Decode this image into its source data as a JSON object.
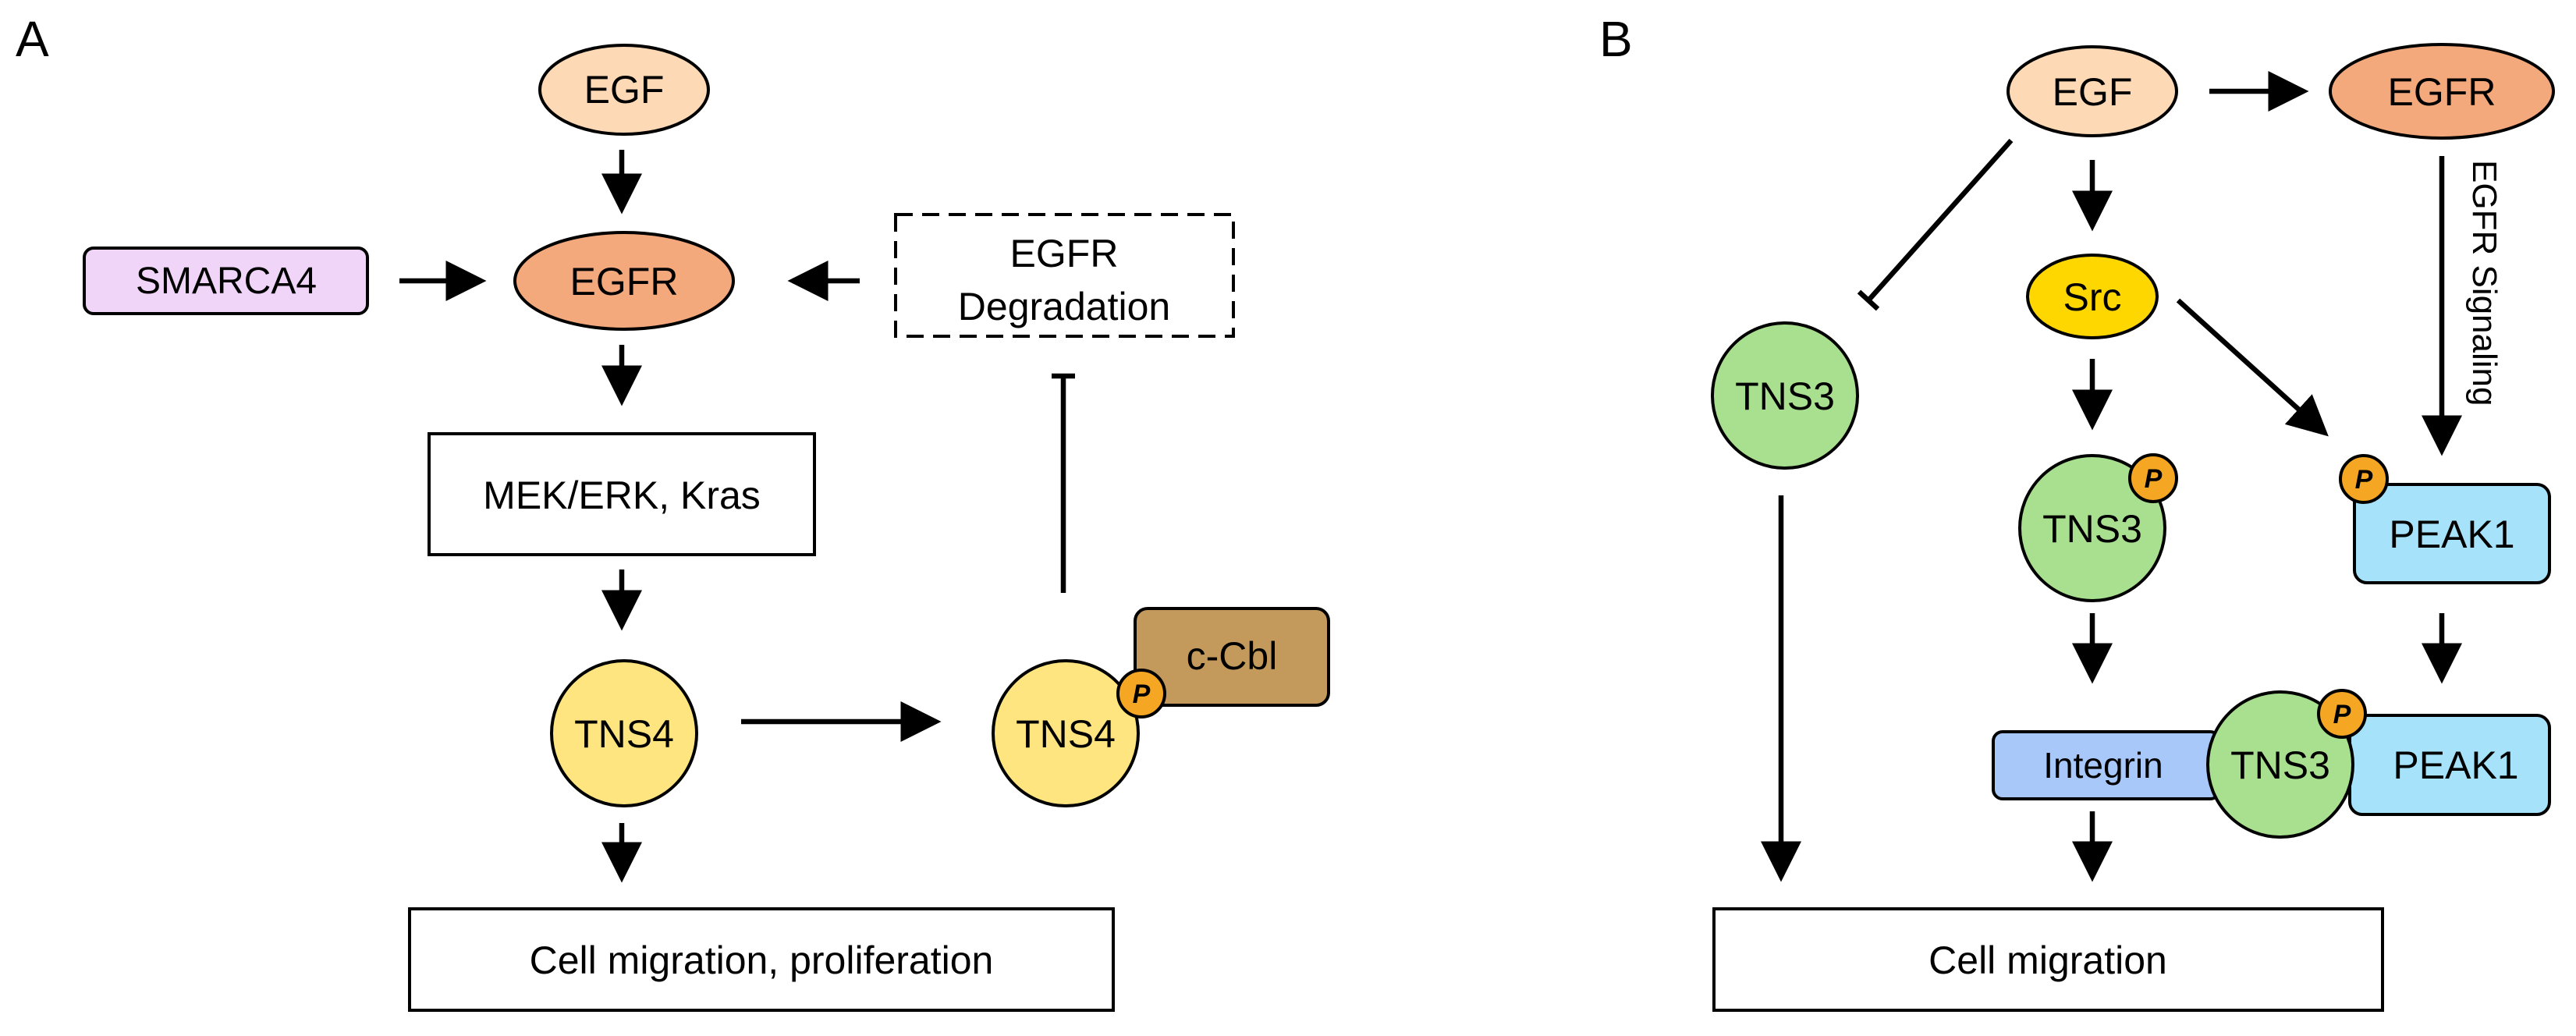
{
  "panels": {
    "a": {
      "letter": "A",
      "nodes": {
        "egf": "EGF",
        "egfr": "EGFR",
        "smarca4": "SMARCA4",
        "egfr_degradation_line1": "EGFR",
        "egfr_degradation_line2": "Degradation",
        "mek_erk_kras": "MEK/ERK, Kras",
        "tns4": "TNS4",
        "tns4_phospho": "TNS4",
        "phospho_badge": "P",
        "c_cbl": "c-Cbl",
        "outcome": "Cell migration, proliferation"
      }
    },
    "b": {
      "letter": "B",
      "nodes": {
        "egf": "EGF",
        "egfr": "EGFR",
        "egfr_signaling": "EGFR Signaling",
        "src": "Src",
        "tns3": "TNS3",
        "tns3_phospho": "TNS3",
        "phospho_badge_tns3": "P",
        "peak1": "PEAK1",
        "phospho_badge_peak1": "P",
        "integrin": "Integrin",
        "tns3_complex": "TNS3",
        "phospho_badge_complex": "P",
        "peak1_complex": "PEAK1",
        "outcome": "Cell migration"
      }
    }
  },
  "colors": {
    "egf": "#FDD9B5",
    "egfr": "#F4A97C",
    "smarca4": "#F0D5F8",
    "tns4": "#FFE57F",
    "phospho": "#F5A623",
    "c_cbl": "#C49A5C",
    "tns3": "#A8E08F",
    "src": "#FFD700",
    "peak1": "#A6E3FA",
    "integrin": "#A9C8FA"
  }
}
